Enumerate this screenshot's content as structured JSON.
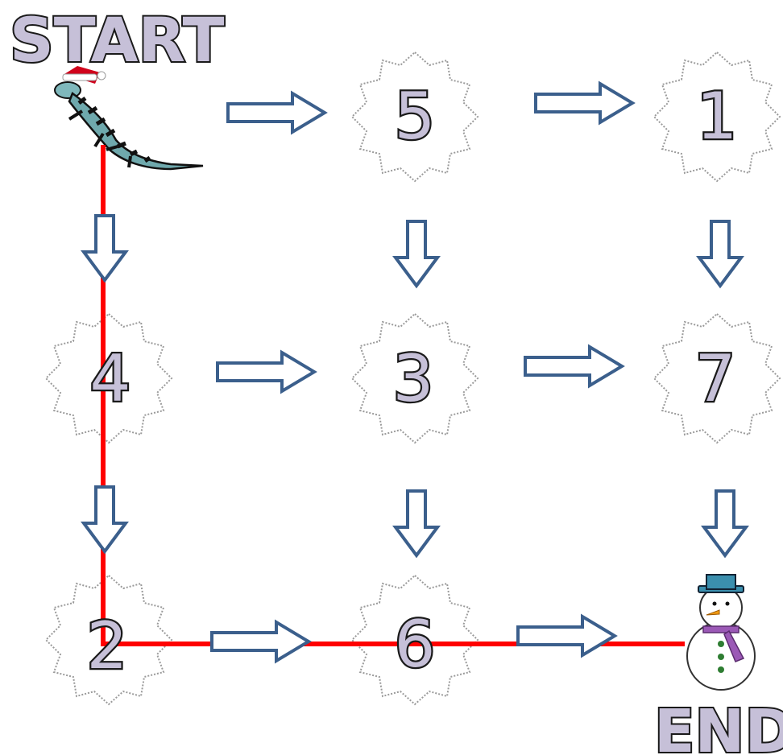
{
  "labels": {
    "start": "START",
    "end": "END"
  },
  "cells": [
    {
      "id": "r0c1",
      "value": "5"
    },
    {
      "id": "r0c2",
      "value": "1"
    },
    {
      "id": "r1c0",
      "value": "4"
    },
    {
      "id": "r1c1",
      "value": "3"
    },
    {
      "id": "r1c2",
      "value": "7"
    },
    {
      "id": "r2c0",
      "value": "2"
    },
    {
      "id": "r2c1",
      "value": "6"
    }
  ],
  "start_character": "lizard-with-santa-hat",
  "end_character": "snowman",
  "solution_path": [
    "start",
    "4",
    "2",
    "6",
    "end"
  ],
  "colors": {
    "arrow_outline": "#3b5f8c",
    "path": "#ff0000",
    "label_fill": "#c6c0d8"
  }
}
